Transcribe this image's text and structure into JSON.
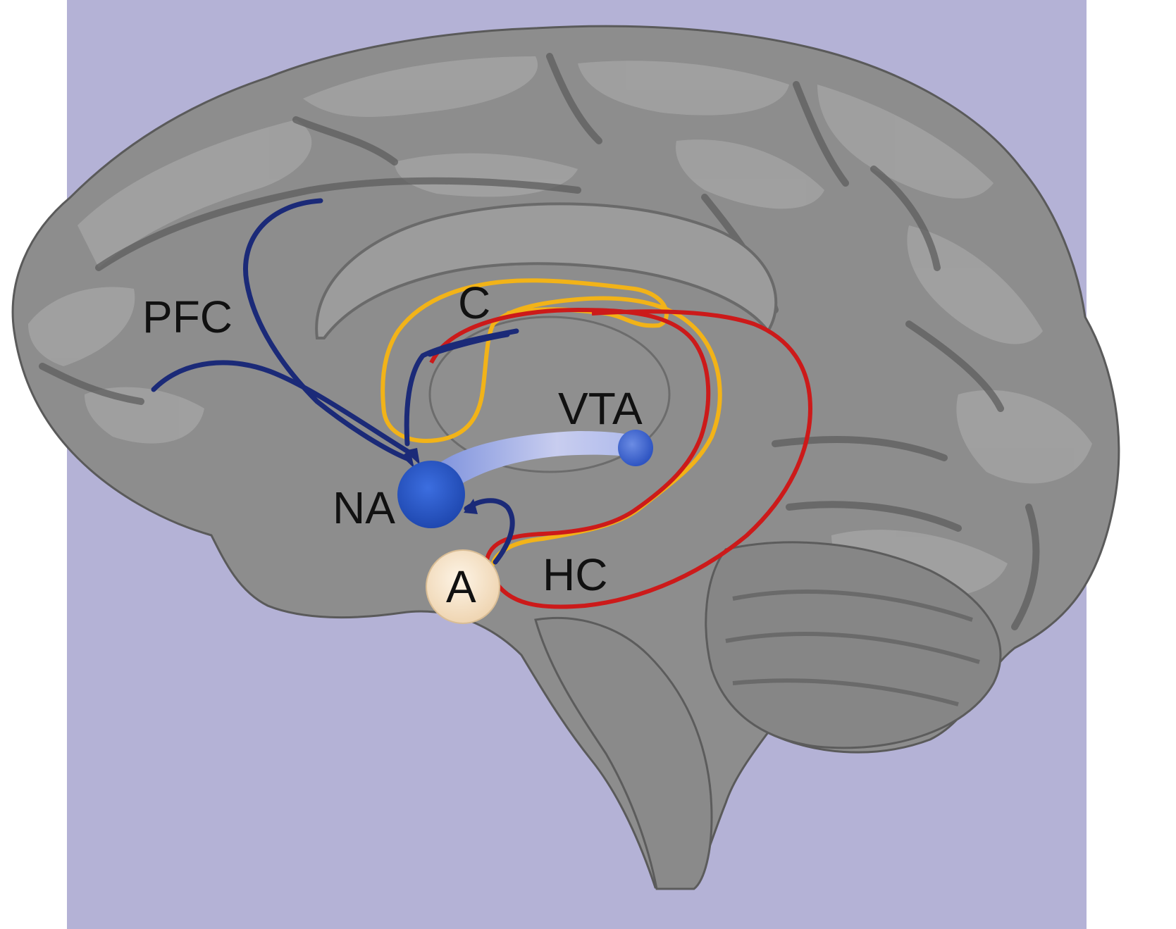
{
  "labels": {
    "pfc": "PFC",
    "c": "C",
    "vta": "VTA",
    "na": "NA",
    "a": "A",
    "hc": "HC"
  },
  "colors": {
    "background_panel": "#b4b2d6",
    "brain_base": "#8d8d8d",
    "brain_gyrus_light": "#a6a6a6",
    "brain_sulcus_dark": "#5f5f5f",
    "pathway_dark_blue": "#1b2a78",
    "na_blue": "#2857c4",
    "vta_tract_light": "#b9bfe8",
    "vta_node": "#3f6ad6",
    "yellow_tract": "#f2b318",
    "red_tract": "#cc1a1a",
    "amygdala_fill": "#f7e6cf",
    "label_text": "#111111"
  }
}
